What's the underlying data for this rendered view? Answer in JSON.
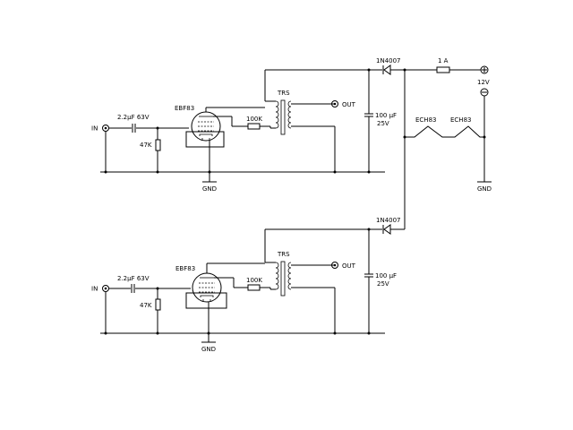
{
  "stages": [
    {
      "input_label": "IN",
      "coupling_cap": "2.2µF 63V",
      "grid_resistor": "47K",
      "tube": "EBF83",
      "anode_resistor": "100K",
      "transformer": "TRS",
      "output_label": "OUT",
      "ground_label": "GND",
      "diode": "1N4007",
      "filter_cap_value": "100 µF",
      "filter_cap_voltage": "25V"
    },
    {
      "input_label": "IN",
      "coupling_cap": "2.2µF 63V",
      "grid_resistor": "47K",
      "tube": "EBF83",
      "anode_resistor": "100K",
      "transformer": "TRS",
      "output_label": "OUT",
      "ground_label": "GND",
      "diode": "1N4007",
      "filter_cap_value": "100 µF",
      "filter_cap_voltage": "25V"
    }
  ],
  "supply": {
    "fuse": "1 A",
    "voltage": "12V",
    "ground_label": "GND",
    "heaters": [
      "ECH83",
      "ECH83"
    ]
  }
}
